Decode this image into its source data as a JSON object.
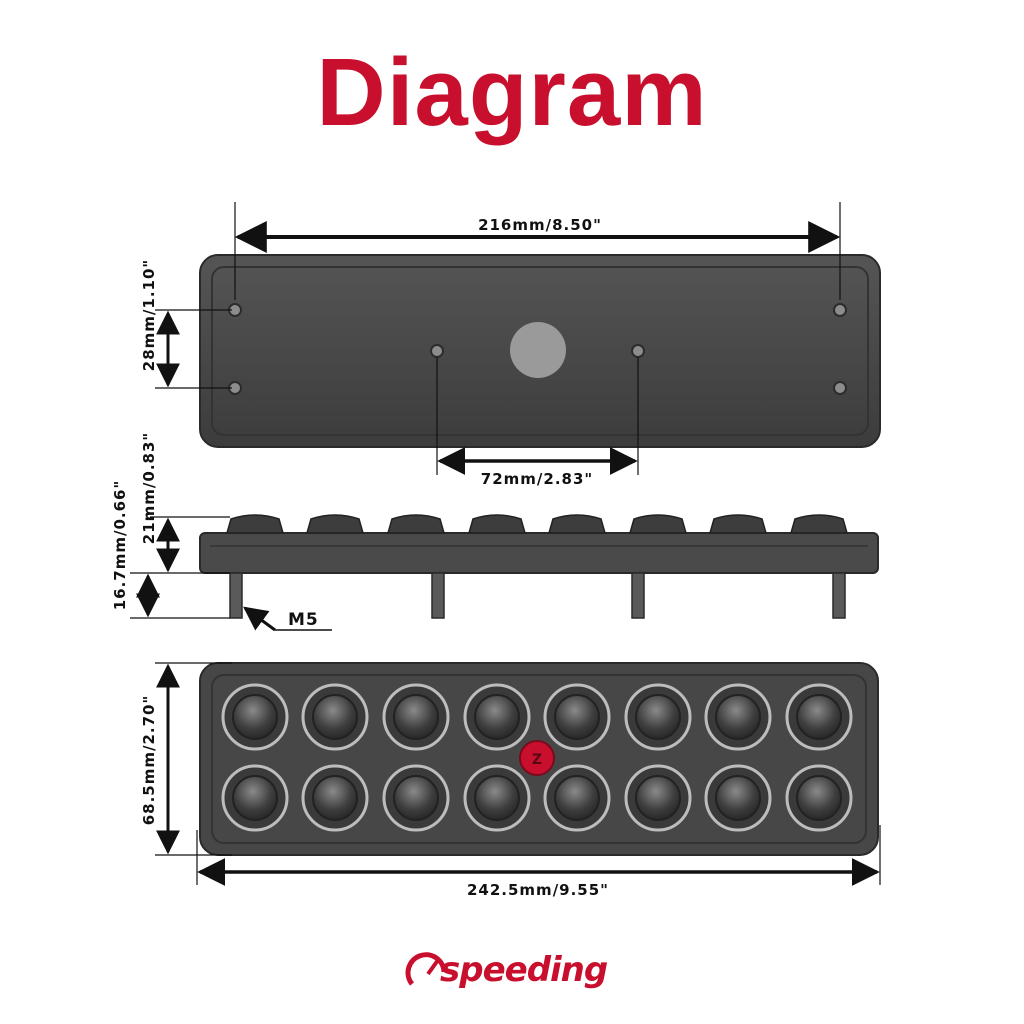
{
  "title": "Diagram",
  "dimensions": {
    "top_width": "216mm/8.50\"",
    "left_spacing": "28mm/1.10\"",
    "center_spacing": "72mm/2.83\"",
    "height_total": "16.7mm/0.66\"",
    "height_body": "21mm/0.83\"",
    "thread": "M5",
    "depth": "68.5mm/2.70\"",
    "bottom_width": "242.5mm/9.55\""
  },
  "brand": {
    "name": "speeding",
    "color": "#c8102e"
  },
  "colors": {
    "body": "#4a4a4a",
    "dark": "#2f2f2f",
    "accent": "#c8102e"
  },
  "button_count": 16
}
